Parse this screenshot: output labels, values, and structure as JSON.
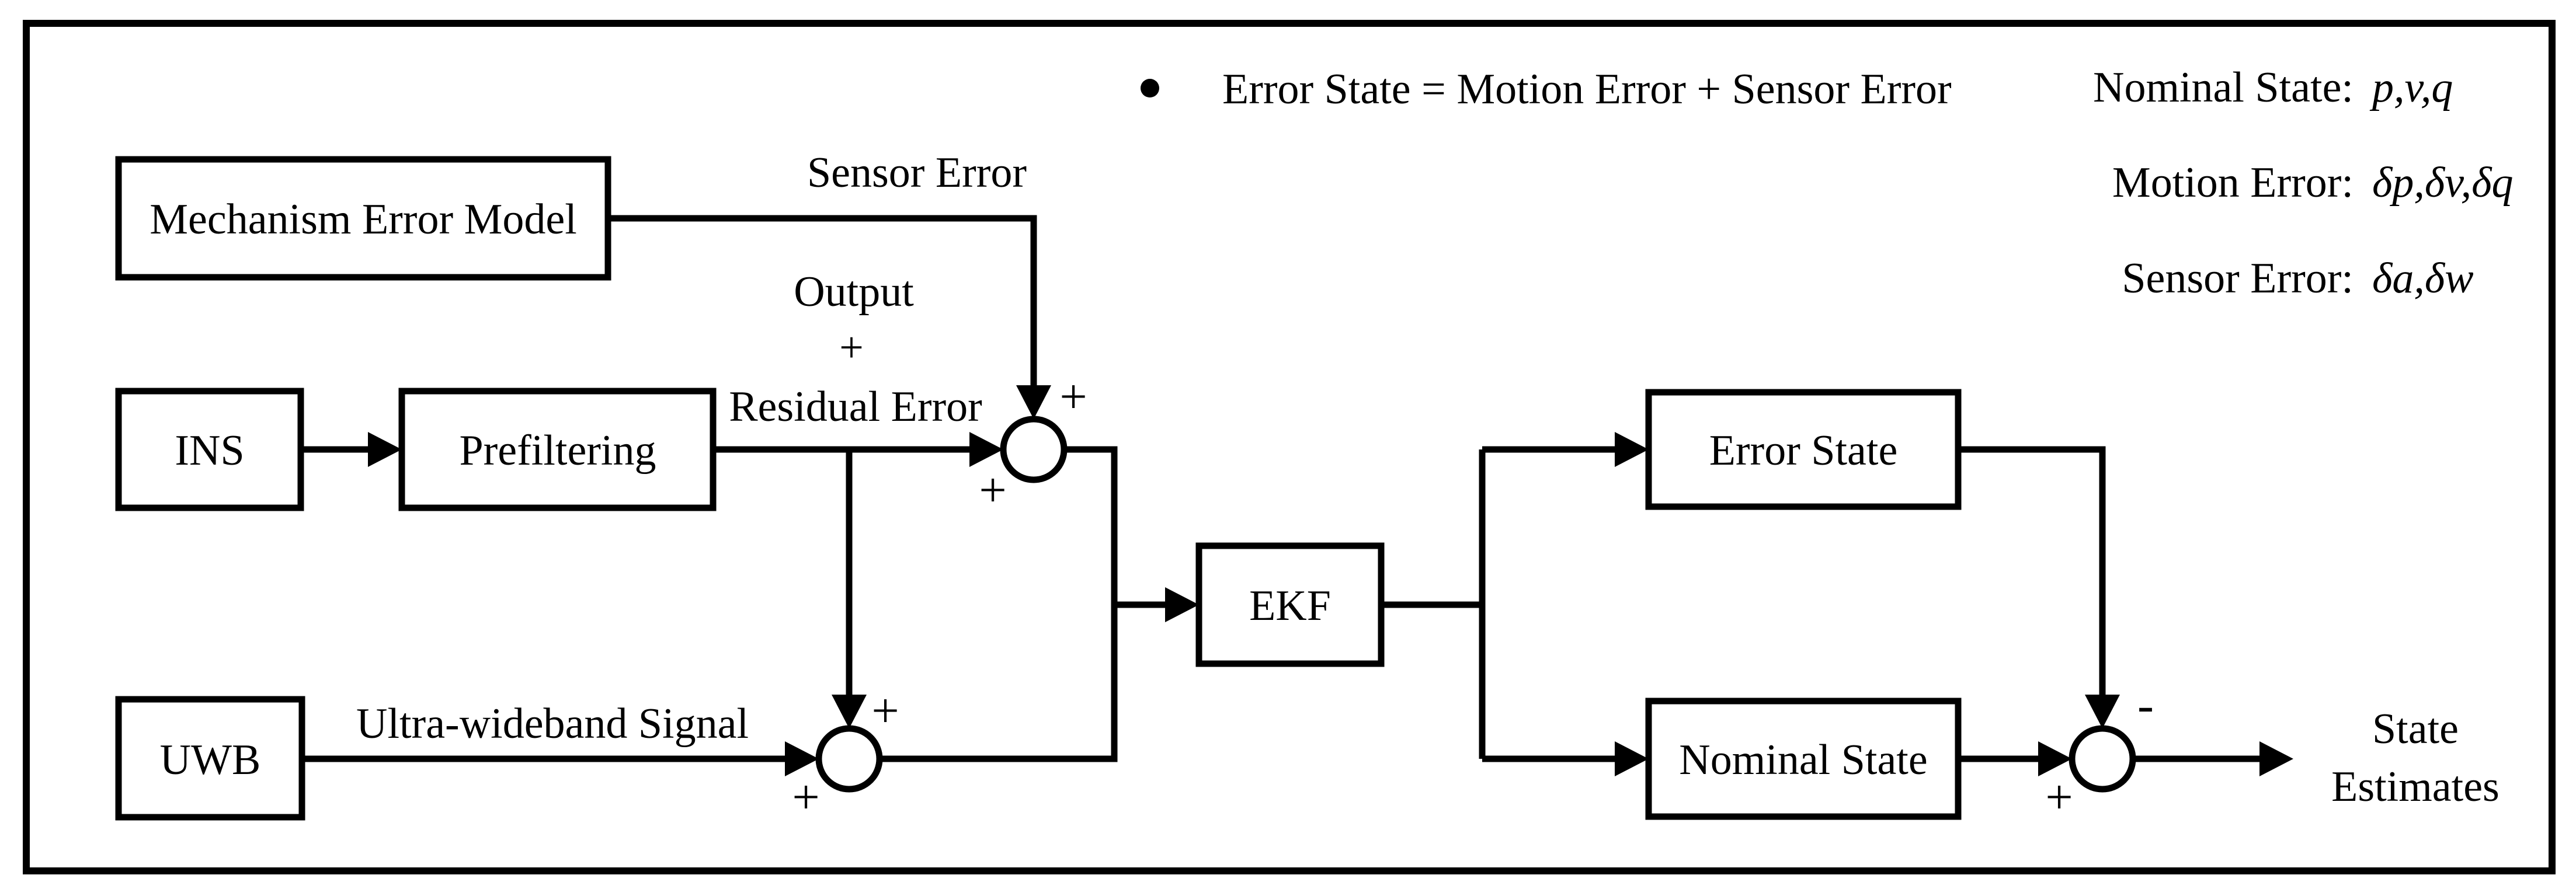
{
  "diagram": {
    "background_color": "#ffffff",
    "stroke_color": "#000000",
    "blocks": {
      "mechanism_error_model": "Mechanism Error Model",
      "ins": "INS",
      "prefiltering": "Prefiltering",
      "uwb": "UWB",
      "ekf": "EKF",
      "error_state": "Error State",
      "nominal_state": "Nominal State"
    },
    "edge_labels": {
      "sensor_error": "Sensor Error",
      "output": "Output",
      "output_plus": "+",
      "residual_error": "Residual Error",
      "ultra_wideband_signal": "Ultra-wideband Signal",
      "state_estimates_line1": "State",
      "state_estimates_line2": "Estimates"
    },
    "summing_junctions": {
      "sum1": {
        "top_sign": "+",
        "left_sign": "+"
      },
      "sum2": {
        "top_sign": "+",
        "left_sign": "+"
      },
      "sum3": {
        "top_sign": "-",
        "left_sign": "+"
      }
    },
    "notes": {
      "bullet_text": "Error State = Motion Error + Sensor Error",
      "legend": {
        "row1": {
          "label": "Nominal State:",
          "value": "p,v,q"
        },
        "row2": {
          "label": "Motion Error:",
          "value": "δp,δv,δq"
        },
        "row3": {
          "label": "Sensor Error:",
          "value": "δa,δw"
        }
      }
    }
  }
}
